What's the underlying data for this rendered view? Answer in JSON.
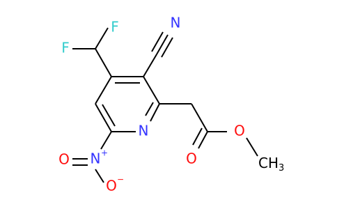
{
  "atoms": {
    "f_top": "F",
    "f_left": "F",
    "n_nitrile": "N",
    "n_ring": "N",
    "n_nitro": "N",
    "n_nitro_charge": "+",
    "o_nitro_left": "O",
    "o_nitro_bottom": "O",
    "o_nitro_charge": "−",
    "o_carbonyl": "O",
    "o_ester": "O",
    "methyl": "CH",
    "methyl_sub": "3"
  },
  "colors": {
    "bond": "#000000",
    "nitrogen": "#3333ff",
    "oxygen": "#ff0d0d",
    "fluorine": "#33cccc"
  }
}
